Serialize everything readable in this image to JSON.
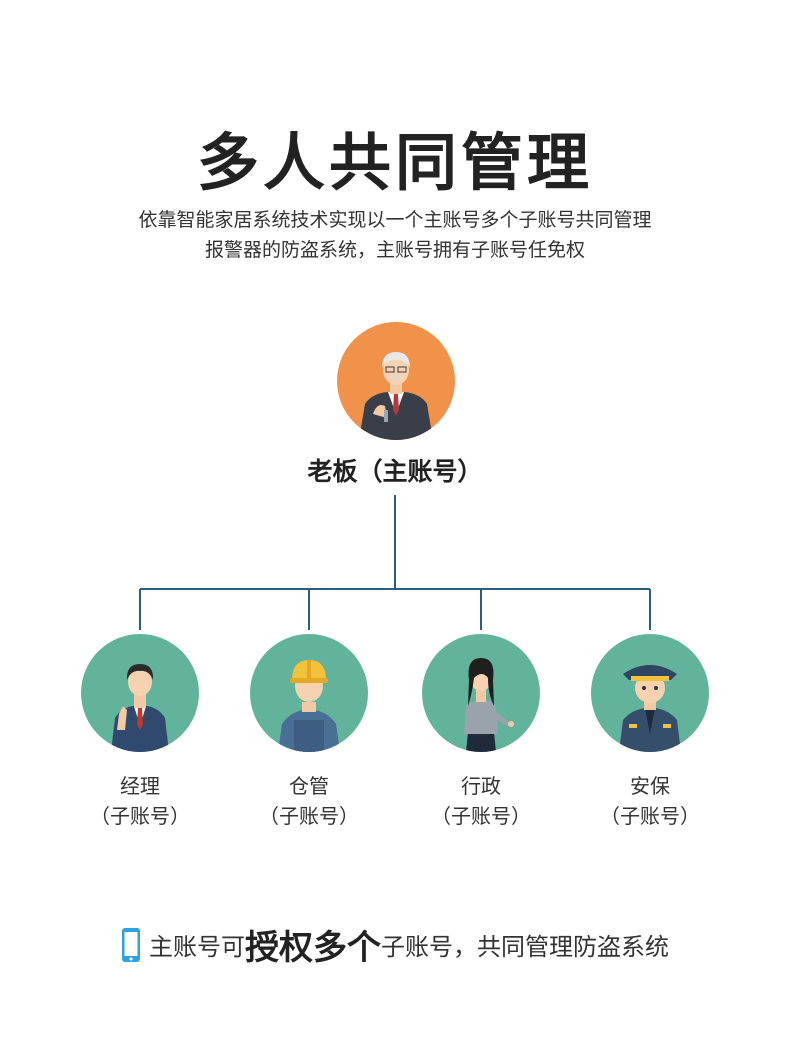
{
  "title": "多人共同管理",
  "subtitle_line1": "依靠智能家居系统技术实现以一个主账号多个子账号共同管理",
  "subtitle_line2": "报警器的防盗系统，主账号拥有子账号任免权",
  "boss": {
    "label": "老板（主账号）"
  },
  "subs": [
    {
      "name": "经理",
      "role": "（子账号）"
    },
    {
      "name": "仓管",
      "role": "（子账号）"
    },
    {
      "name": "行政",
      "role": "（子账号）"
    },
    {
      "name": "安保",
      "role": "（子账号）"
    }
  ],
  "footer": {
    "part1": "主账号可",
    "part2": "授权多个",
    "part3": "子账号，共同管理防盗系统"
  },
  "colors": {
    "boss_bg": "#f0924a",
    "sub_bg": "#62b39b",
    "line": "#2c5d7a",
    "phone_icon": "#2fa3dd"
  }
}
